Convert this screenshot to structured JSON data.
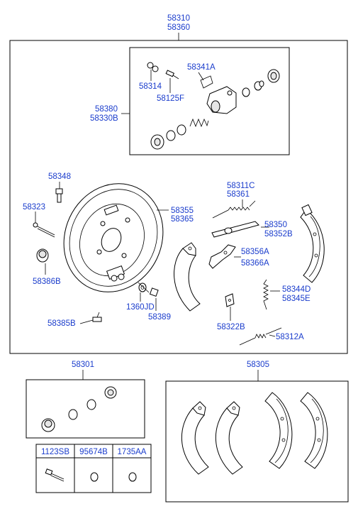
{
  "assembly_labels": {
    "top_line1": "58310",
    "top_line2": "58360"
  },
  "cylinder_parts": {
    "p58341A": "58341A",
    "p58314": "58314",
    "p58125F": "58125F",
    "p58380": "58380",
    "p58330B": "58330B"
  },
  "main_parts": {
    "p58348": "58348",
    "p58323": "58323",
    "p58386B": "58386B",
    "p58385B": "58385B",
    "p1360JD": "1360JD",
    "p58389": "58389",
    "p58355": "58355",
    "p58365": "58365",
    "p58311C": "58311C",
    "p58361": "58361",
    "p58350": "58350",
    "p58352B": "58352B",
    "p58356A": "58356A",
    "p58366A": "58366A",
    "p58344D": "58344D",
    "p58345E": "58345E",
    "p58322B": "58322B",
    "p58312A": "58312A"
  },
  "kits": {
    "repair_kit": "58301",
    "shoe_kit": "58305"
  },
  "hardware_table": {
    "headers": [
      "1123SB",
      "95674B",
      "1735AA"
    ]
  },
  "colors": {
    "label": "#1a3ccc",
    "line": "#000000"
  }
}
